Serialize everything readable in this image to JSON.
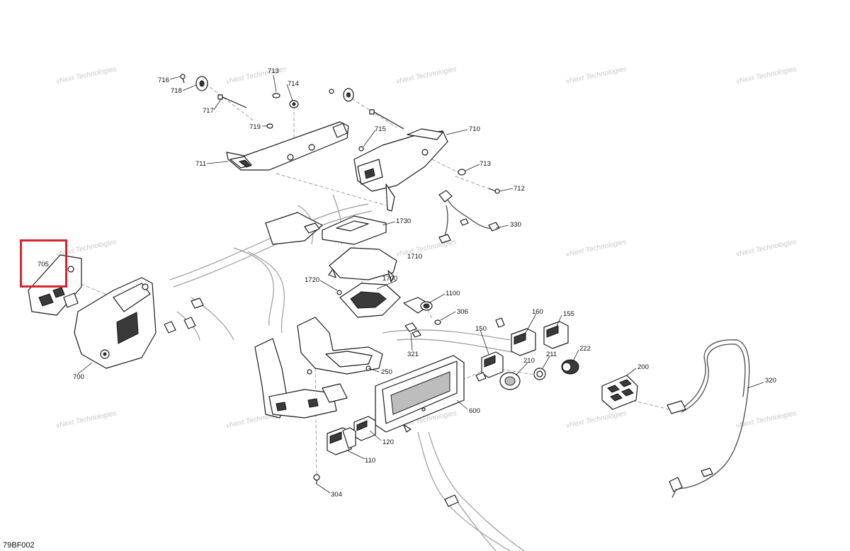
{
  "diagram": {
    "code": "79BF002",
    "highlighted_part": "705",
    "highlight_color": "#d9232e",
    "watermark_line1": "vNext",
    "watermark_line2": "Technologies",
    "watermark_text": "vNext Technologies",
    "callouts": [
      {
        "id": "716",
        "label": "716"
      },
      {
        "id": "718",
        "label": "718"
      },
      {
        "id": "717",
        "label": "717"
      },
      {
        "id": "713a",
        "label": "713"
      },
      {
        "id": "714",
        "label": "714"
      },
      {
        "id": "719",
        "label": "719"
      },
      {
        "id": "715",
        "label": "715"
      },
      {
        "id": "710",
        "label": "710"
      },
      {
        "id": "711",
        "label": "711"
      },
      {
        "id": "713b",
        "label": "713"
      },
      {
        "id": "712",
        "label": "712"
      },
      {
        "id": "1730",
        "label": "1730"
      },
      {
        "id": "330",
        "label": "330"
      },
      {
        "id": "705",
        "label": "705"
      },
      {
        "id": "1710",
        "label": "1710"
      },
      {
        "id": "1720",
        "label": "1720"
      },
      {
        "id": "1700",
        "label": "1700"
      },
      {
        "id": "1100",
        "label": "1100"
      },
      {
        "id": "306",
        "label": "306"
      },
      {
        "id": "160",
        "label": "160"
      },
      {
        "id": "155",
        "label": "155"
      },
      {
        "id": "150",
        "label": "150"
      },
      {
        "id": "321",
        "label": "321"
      },
      {
        "id": "222",
        "label": "222"
      },
      {
        "id": "211",
        "label": "211"
      },
      {
        "id": "210",
        "label": "210"
      },
      {
        "id": "700",
        "label": "700"
      },
      {
        "id": "250",
        "label": "250"
      },
      {
        "id": "200",
        "label": "200"
      },
      {
        "id": "320",
        "label": "320"
      },
      {
        "id": "600",
        "label": "600"
      },
      {
        "id": "120",
        "label": "120"
      },
      {
        "id": "110",
        "label": "110"
      },
      {
        "id": "304",
        "label": "304"
      }
    ]
  }
}
